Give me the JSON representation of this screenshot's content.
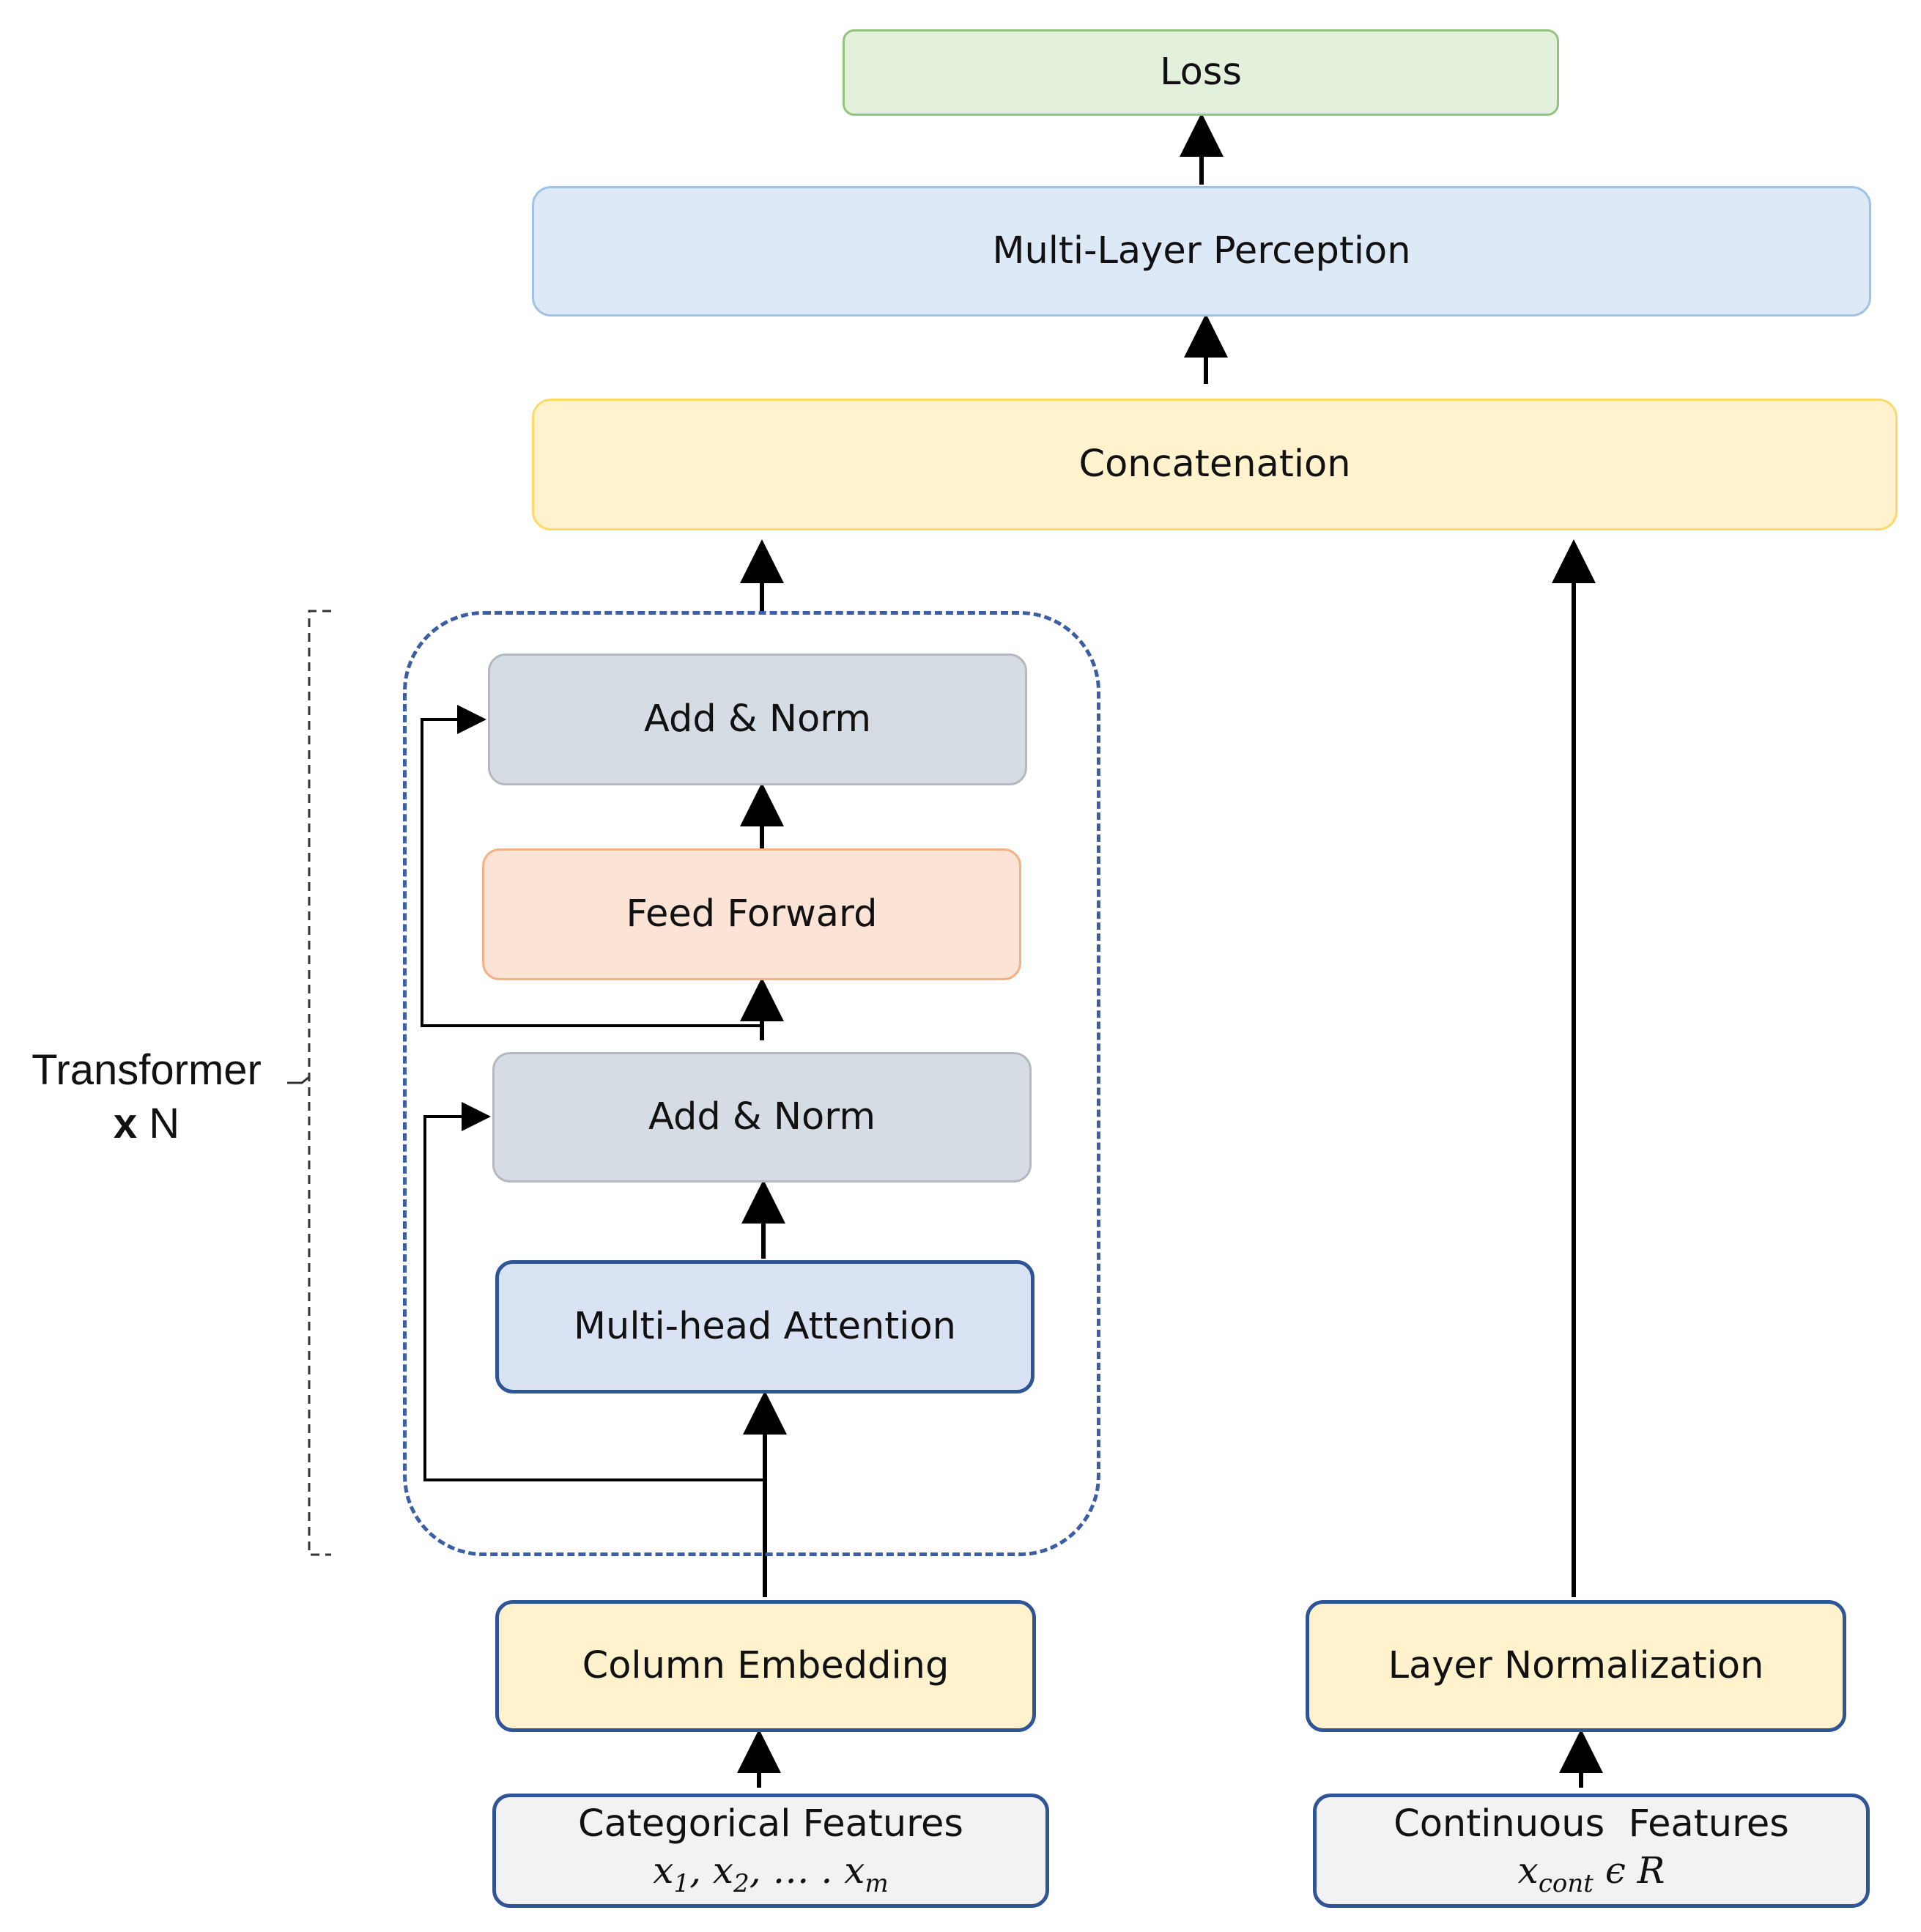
{
  "nodes": {
    "loss": "Loss",
    "mlp": "Multi-Layer Perception",
    "concatenation": "Concatenation",
    "add_norm_top": "Add & Norm",
    "feed_forward": "Feed Forward",
    "add_norm_bottom": "Add & Norm",
    "multi_head_attention": "Multi-head Attention",
    "column_embedding": "Column Embedding",
    "layer_normalization": "Layer Normalization",
    "categorical_features": {
      "title": "Categorical Features",
      "formula_parts": [
        "x",
        "1",
        ", x",
        "2",
        ", … . x",
        "m"
      ]
    },
    "continuous_features": {
      "title": "Continuous  Features",
      "formula_parts": [
        "x",
        "cont",
        " ϵ R"
      ]
    }
  },
  "transformer_group": {
    "name": "Transformer",
    "repeat_prefix": "x",
    "repeat_count": "N"
  },
  "colors": {
    "arrow": "#000000",
    "dashed_group": "#3b5ea5",
    "bracket": "#333333"
  }
}
